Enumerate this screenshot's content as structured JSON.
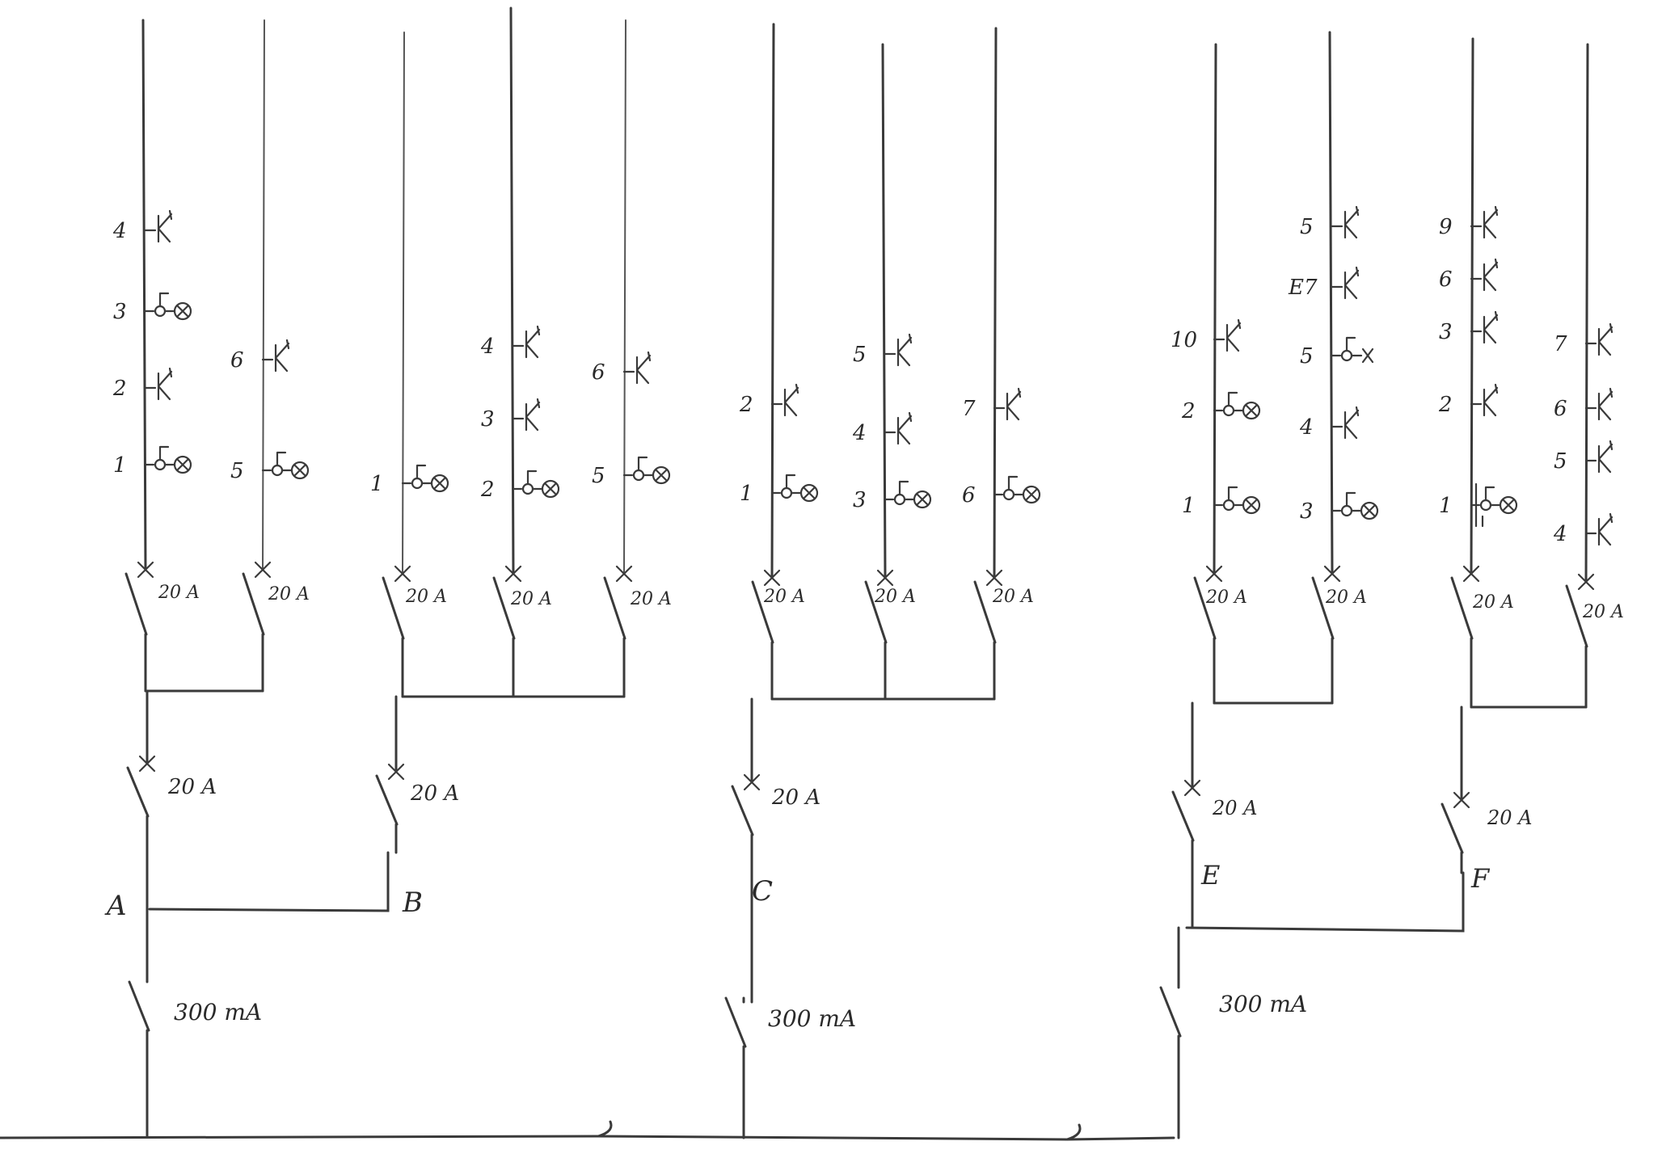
{
  "rcd_labels": [
    "300 mA",
    "300 mA",
    "300 mA"
  ],
  "group_labels": [
    "A",
    "B",
    "C",
    "E",
    "F"
  ],
  "group_breaker_labels": [
    "20 A",
    "20 A",
    "20 A",
    "20 A",
    "20 A"
  ],
  "circuit_breaker_labels": [
    "20 A",
    "20 A",
    "20 A",
    "20 A",
    "20 A",
    "20 A",
    "20 A",
    "20 A",
    "20 A",
    "20 A",
    "20 A",
    "20 A"
  ],
  "circuits": [
    {
      "points": [
        {
          "n": "4",
          "sym": "socket"
        },
        {
          "n": "3",
          "sym": "light"
        },
        {
          "n": "2",
          "sym": "socket"
        },
        {
          "n": "1",
          "sym": "light"
        }
      ]
    },
    {
      "points": [
        {
          "n": "6",
          "sym": "socket"
        },
        {
          "n": "5",
          "sym": "light"
        }
      ]
    },
    {
      "points": [
        {
          "n": "1",
          "sym": "light"
        }
      ]
    },
    {
      "points": [
        {
          "n": "4",
          "sym": "socket"
        },
        {
          "n": "3",
          "sym": "socket"
        },
        {
          "n": "2",
          "sym": "light"
        }
      ]
    },
    {
      "points": [
        {
          "n": "6",
          "sym": "socket"
        },
        {
          "n": "5",
          "sym": "light"
        }
      ]
    },
    {
      "points": [
        {
          "n": "2",
          "sym": "socket"
        },
        {
          "n": "1",
          "sym": "light"
        }
      ]
    },
    {
      "points": [
        {
          "n": "5",
          "sym": "socket"
        },
        {
          "n": "4",
          "sym": "socket"
        },
        {
          "n": "3",
          "sym": "light"
        }
      ]
    },
    {
      "points": [
        {
          "n": "7",
          "sym": "socket"
        },
        {
          "n": "6",
          "sym": "light"
        }
      ]
    },
    {
      "points": [
        {
          "n": "10",
          "sym": "socket"
        },
        {
          "n": "2",
          "sym": "light"
        },
        {
          "n": "1",
          "sym": "light"
        }
      ]
    },
    {
      "points": [
        {
          "n": "5",
          "sym": "socket"
        },
        {
          "n": "E7",
          "sym": "socket"
        },
        {
          "n": "5",
          "sym": "light-x"
        },
        {
          "n": "4",
          "sym": "socket"
        },
        {
          "n": "3",
          "sym": "light"
        }
      ]
    },
    {
      "points": [
        {
          "n": "9",
          "sym": "socket"
        },
        {
          "n": "6",
          "sym": "socket"
        },
        {
          "n": "3",
          "sym": "socket"
        },
        {
          "n": "2",
          "sym": "socket"
        },
        {
          "n": "1",
          "sym": "light-double"
        }
      ]
    },
    {
      "points": [
        {
          "n": "7",
          "sym": "socket"
        },
        {
          "n": "6",
          "sym": "socket"
        },
        {
          "n": "5",
          "sym": "socket"
        },
        {
          "n": "4",
          "sym": "socket"
        }
      ]
    }
  ]
}
